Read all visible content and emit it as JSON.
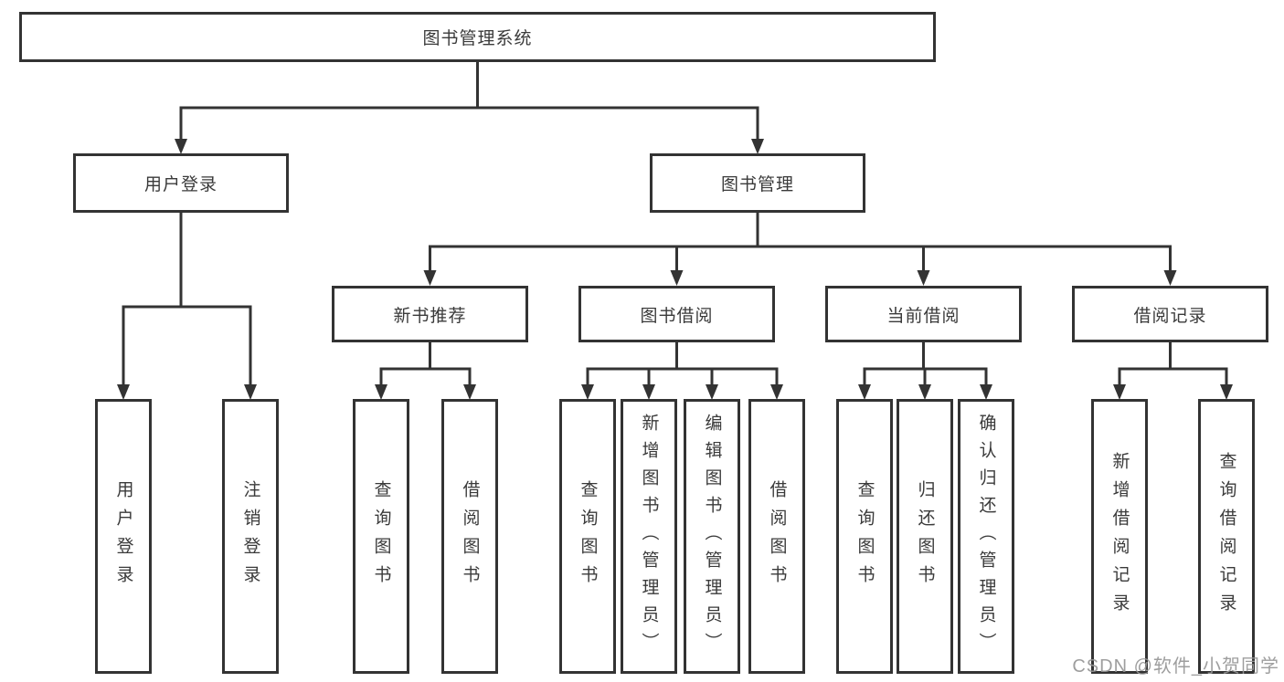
{
  "tree": {
    "root": {
      "label": "图书管理系统"
    },
    "branches": [
      {
        "label": "用户登录",
        "children": [
          {
            "label": "用户登录"
          },
          {
            "label": "注销登录"
          }
        ]
      },
      {
        "label": "图书管理",
        "children": [
          {
            "label": "新书推荐",
            "children": [
              {
                "label": "查询图书"
              },
              {
                "label": "借阅图书"
              }
            ]
          },
          {
            "label": "图书借阅",
            "children": [
              {
                "label": "查询图书"
              },
              {
                "label": "新增图书（管理员）"
              },
              {
                "label": "编辑图书（管理员）"
              },
              {
                "label": "借阅图书"
              }
            ]
          },
          {
            "label": "当前借阅",
            "children": [
              {
                "label": "查询图书"
              },
              {
                "label": "归还图书"
              },
              {
                "label": "确认归还（管理员）"
              }
            ]
          },
          {
            "label": "借阅记录",
            "children": [
              {
                "label": "新增借阅记录"
              },
              {
                "label": "查询借阅记录"
              }
            ]
          }
        ]
      }
    ]
  },
  "watermark": "CSDN @软件_小贺同学",
  "colors": {
    "line": "#333333",
    "text": "#3a3a3a",
    "watermark": "#969696",
    "background": "#ffffff"
  }
}
